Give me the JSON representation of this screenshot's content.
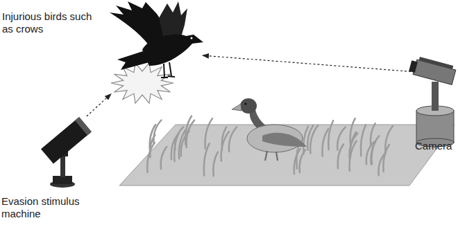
{
  "diagram": {
    "nodes": [
      {
        "text": [
          "Injurious birds such as crows"
        ]
      },
      {
        "text": [
          "Evasion stimulus machine"
        ]
      },
      {
        "text": [
          "Camera"
        ]
      }
    ],
    "edges": [
      {
        "from": 1,
        "to": 0,
        "arrow": "to"
      },
      {
        "from": 2,
        "to": 0,
        "arrow": "to"
      }
    ]
  }
}
